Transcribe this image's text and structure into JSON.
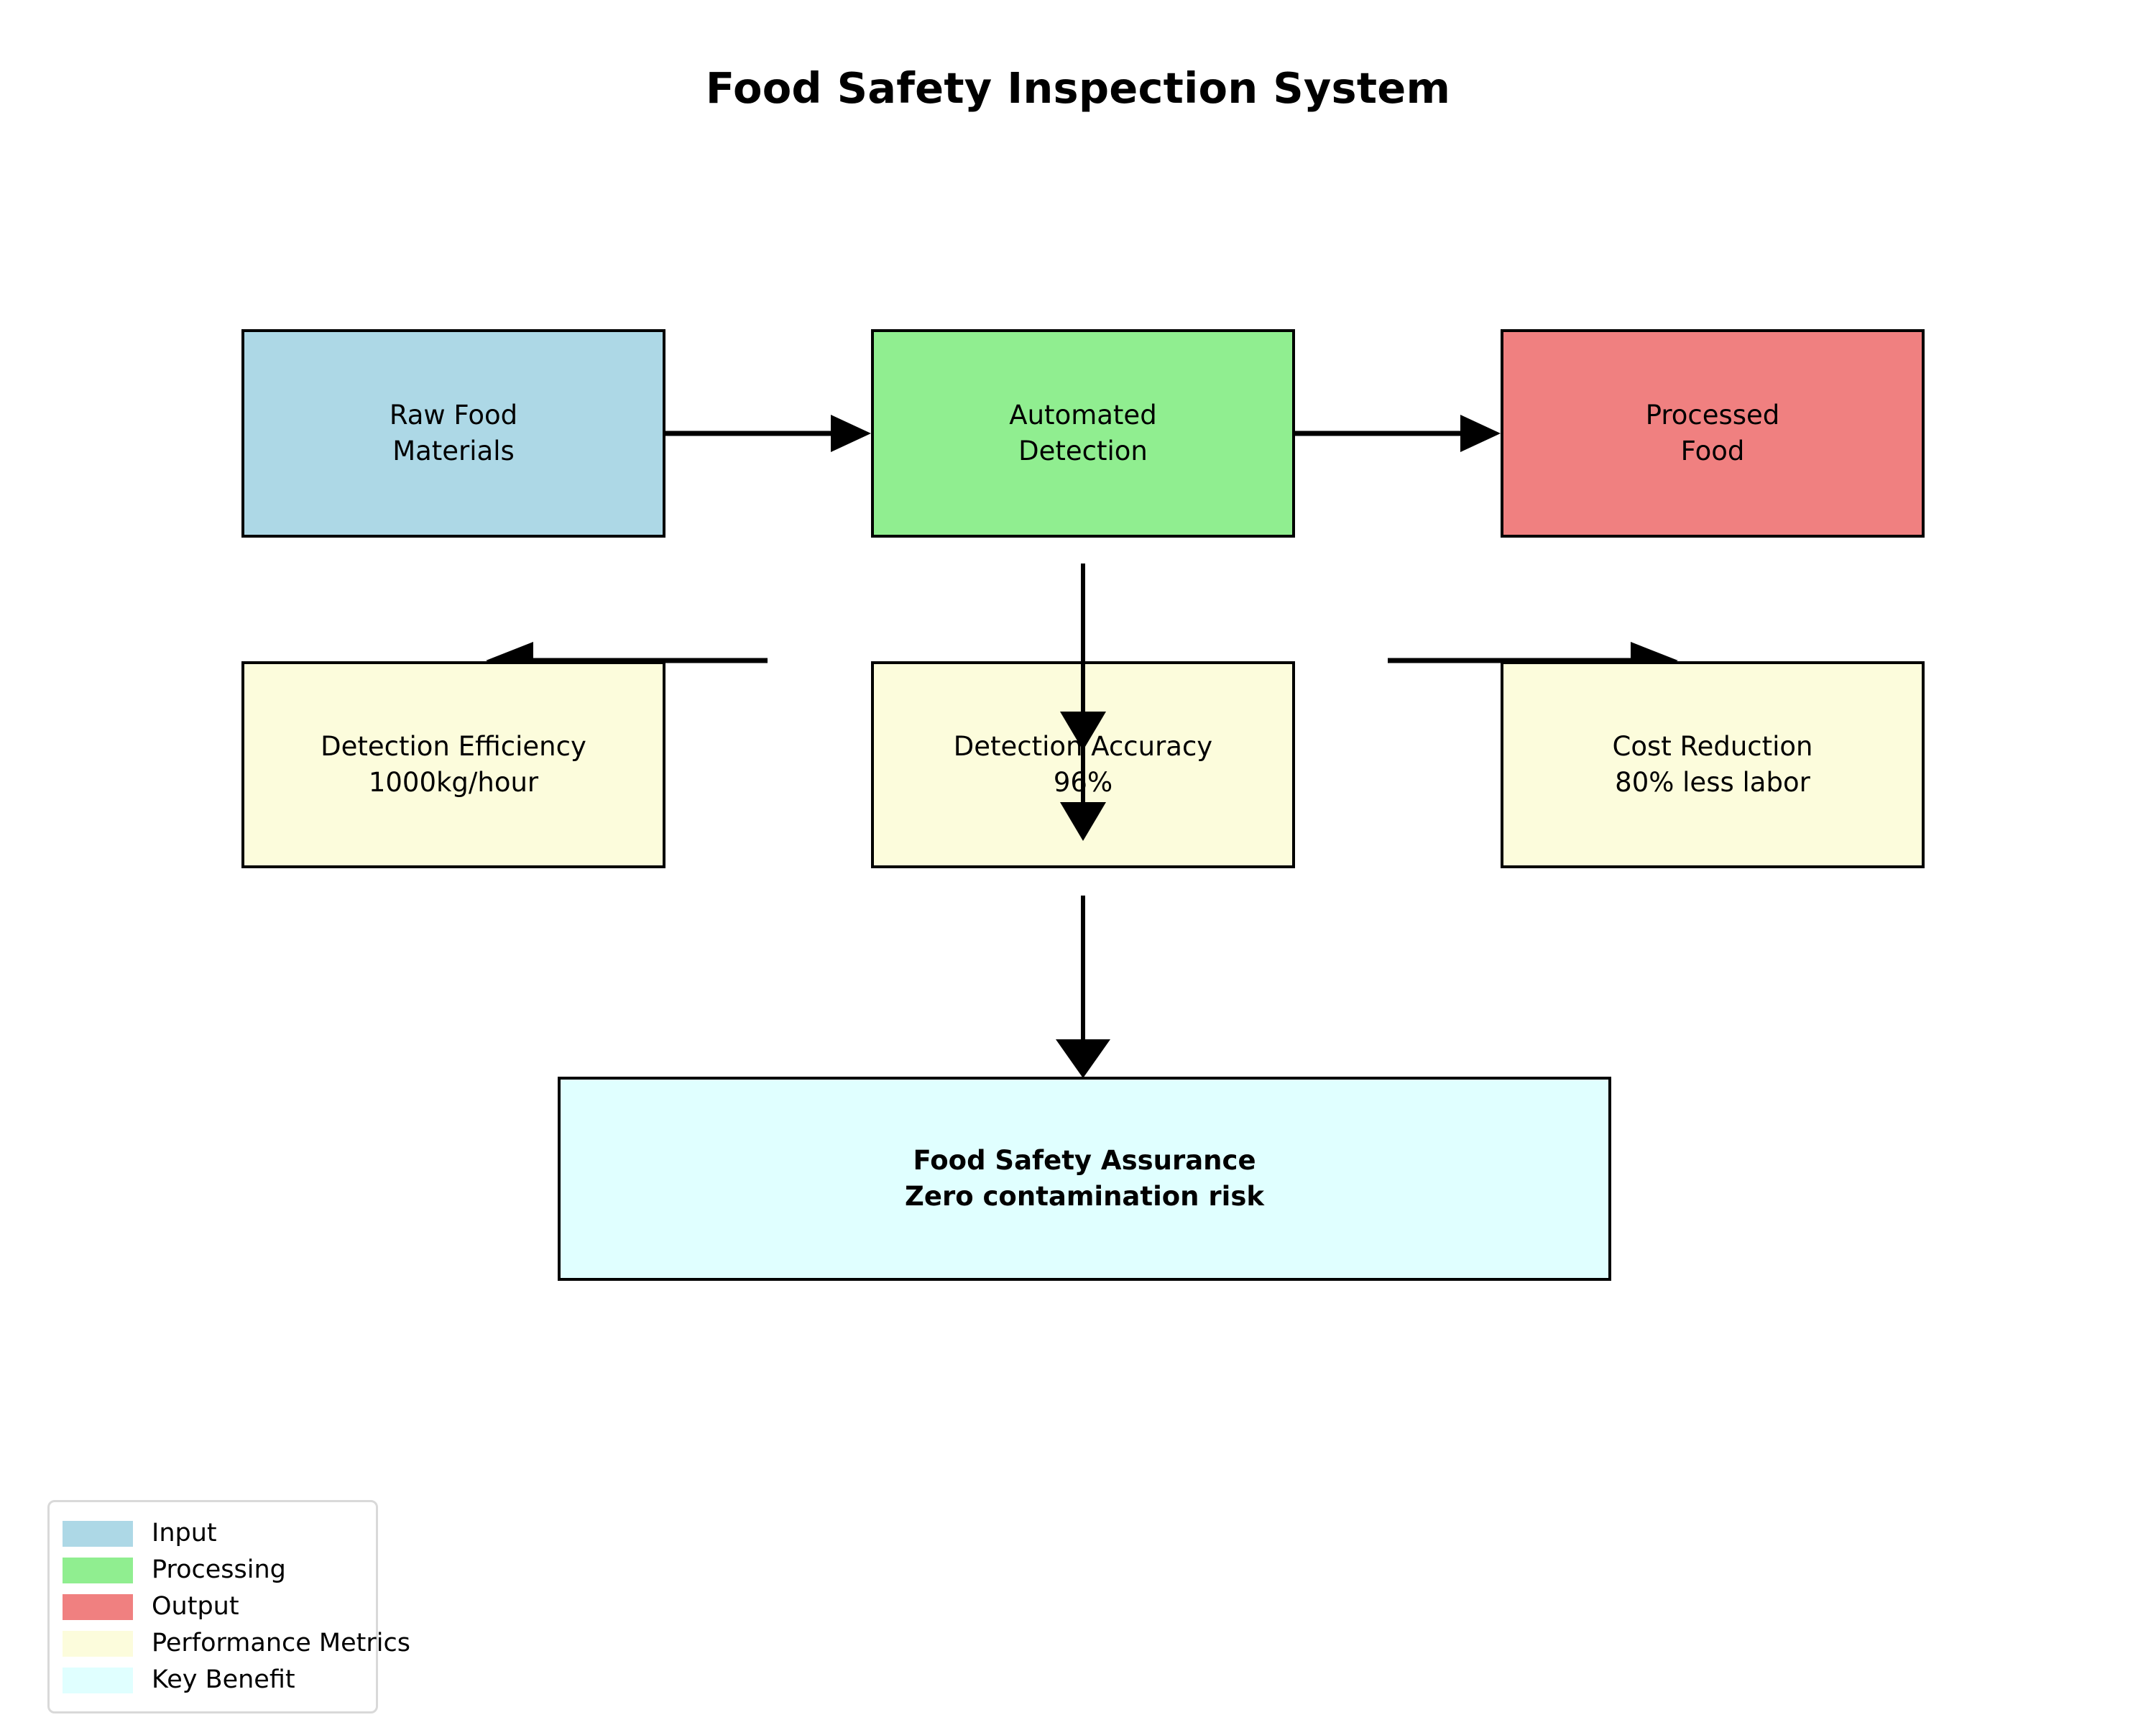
{
  "title": "Food Safety Inspection System",
  "colors": {
    "input": "#ADD8E6",
    "processing": "#90EE90",
    "output": "#F08080",
    "metrics": "#FCFCDC",
    "benefit": "#E0FFFF",
    "stroke": "#000000",
    "background": "#FFFFFF"
  },
  "flow": {
    "input": {
      "label": "Raw Food\nMaterials",
      "category": "Input"
    },
    "processing": {
      "label": "Automated\nDetection",
      "category": "Processing"
    },
    "output": {
      "label": "Processed\nFood",
      "category": "Output"
    }
  },
  "metrics": [
    {
      "name": "Detection Efficiency",
      "value": "1000kg/hour",
      "label": "Detection Efficiency\n1000kg/hour"
    },
    {
      "name": "Detection Accuracy",
      "value": "96%",
      "label": "Detection Accuracy\n96%"
    },
    {
      "name": "Cost Reduction",
      "value": "80% less labor",
      "label": "Cost Reduction\n80% less labor"
    }
  ],
  "benefit": {
    "title": "Food Safety Assurance",
    "subtitle": "Zero contamination risk",
    "label": "Food Safety Assurance\nZero contamination risk"
  },
  "legend": {
    "items": [
      {
        "label": "Input",
        "color": "#ADD8E6"
      },
      {
        "label": "Processing",
        "color": "#90EE90"
      },
      {
        "label": "Output",
        "color": "#F08080"
      },
      {
        "label": "Performance Metrics",
        "color": "#FCFCDC"
      },
      {
        "label": "Key Benefit",
        "color": "#E0FFFF"
      }
    ]
  },
  "connectors": [
    {
      "name": "input-to-processing",
      "direction": "right"
    },
    {
      "name": "processing-to-output",
      "direction": "right"
    },
    {
      "name": "processing-to-accuracy",
      "direction": "down"
    },
    {
      "name": "efficiency-feedback",
      "direction": "left"
    },
    {
      "name": "cost-reduction-feed",
      "direction": "right"
    },
    {
      "name": "accuracy-to-benefit",
      "direction": "down"
    }
  ]
}
